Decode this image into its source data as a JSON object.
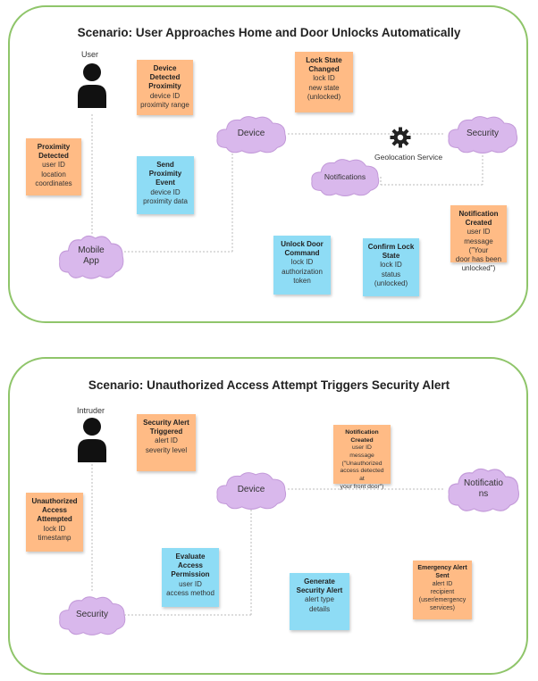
{
  "scenario1": {
    "title": "Scenario: User Approaches Home and Door Unlocks Automatically",
    "actor": "User",
    "gear_label": "Geolocation Service",
    "clouds": {
      "device": "Device",
      "security": "Security",
      "notifications": "Notifications",
      "mobile_app": "Mobile\nApp"
    },
    "notes": {
      "device_detected": {
        "title": "Device\nDetected\nProximity",
        "body": "device ID\nproximity range"
      },
      "lock_state_changed": {
        "title": "Lock State\nChanged",
        "body": "lock ID\nnew state\n(unlocked)"
      },
      "proximity_detected": {
        "title": "Proximity\nDetected",
        "body": "user ID\nlocation\ncoordinates"
      },
      "send_proximity_event": {
        "title": "Send\nProximity\nEvent",
        "body": "device ID\nproximity data"
      },
      "notification_created": {
        "title": "Notification\nCreated",
        "body": "user ID\nmessage (\"Your\ndoor has been\nunlocked\")"
      },
      "unlock_door_command": {
        "title": "Unlock Door\nCommand",
        "body": "lock ID\nauthorization\ntoken"
      },
      "confirm_lock_state": {
        "title": "Confirm Lock\nState",
        "body": "lock ID\nstatus\n(unlocked)"
      }
    }
  },
  "scenario2": {
    "title": "Scenario: Unauthorized Access Attempt Triggers Security Alert",
    "actor": "Intruder",
    "clouds": {
      "device": "Device",
      "notifications": "Notificatio\nns",
      "security": "Security"
    },
    "notes": {
      "security_alert_triggered": {
        "title": "Security Alert\nTriggered",
        "body": "alert ID\nseverity level"
      },
      "notification_created": {
        "title": "Notification\nCreated",
        "body": "user ID\nmessage\n(\"Unauthorized\naccess detected at\nyour front door\")"
      },
      "unauthorized_access": {
        "title": "Unauthorized\nAccess\nAttempted",
        "body": "lock ID\ntimestamp"
      },
      "evaluate_access": {
        "title": "Evaluate\nAccess\nPermission",
        "body": "user ID\naccess method"
      },
      "generate_security_alert": {
        "title": "Generate\nSecurity Alert",
        "body": "alert type\ndetails"
      },
      "emergency_alert_sent": {
        "title": "Emergency Alert\nSent",
        "body": "alert ID\nrecipient\n(user/emergency\nservices)"
      }
    }
  },
  "colors": {
    "panel_border": "#8fc56a",
    "event_note": "#ffbb85",
    "command_note": "#8edcf5",
    "cloud_fill": "#d9b8ec",
    "cloud_stroke": "#c39ad9"
  }
}
